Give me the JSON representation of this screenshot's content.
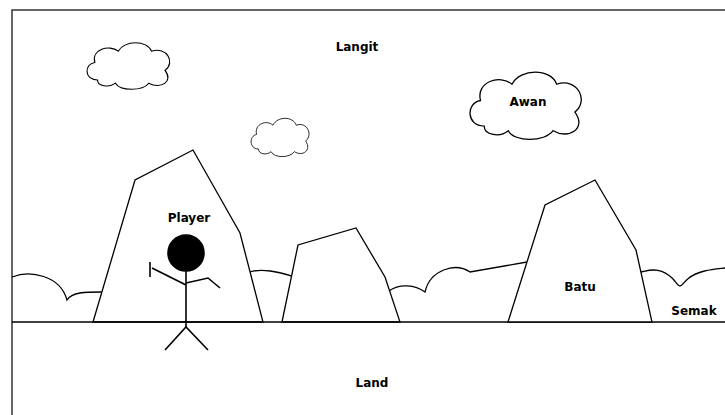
{
  "diagram": {
    "nodes": [
      {
        "text": [
          "Awan"
        ]
      },
      {
        "text": [
          "Batu"
        ]
      },
      {
        "text": [
          "Semak"
        ]
      }
    ],
    "labels": [
      "Langit",
      "Player",
      "Land"
    ]
  }
}
